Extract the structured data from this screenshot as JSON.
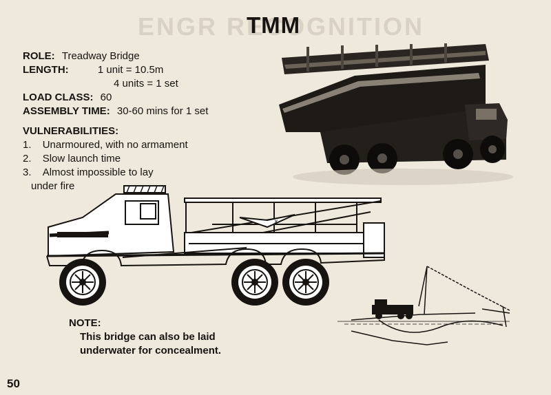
{
  "page": {
    "title": "TMM",
    "bleedthrough_title": "ENGR RECOGNITION",
    "page_number": "50"
  },
  "specs": {
    "role_label": "ROLE:",
    "role_value": "Treadway Bridge",
    "length_label": "LENGTH:",
    "length_value_1": "1 unit = 10.5m",
    "length_value_2": "4 units = 1 set",
    "load_label": "LOAD CLASS:",
    "load_value": "60",
    "assembly_label": "ASSEMBLY TIME:",
    "assembly_value": "30-60 mins for 1 set"
  },
  "vulnerabilities": {
    "heading": "VULNERABILITIES:",
    "items": [
      {
        "num": "1.",
        "text": "Unarmoured, with no armament"
      },
      {
        "num": "2.",
        "text": "Slow launch time"
      },
      {
        "num": "3.",
        "text": "Almost impossible to lay"
      }
    ],
    "continuation": "under fire"
  },
  "note": {
    "heading": "NOTE:",
    "line1": "This bridge can also be laid",
    "line2": "underwater for concealment."
  },
  "illustrations": {
    "photo": "truck-photo-icon",
    "side_view": "truck-side-view-icon",
    "launch_diagram": "bridge-launch-diagram-icon"
  },
  "colors": {
    "paper": "#efe8dc",
    "ink": "#161310"
  }
}
